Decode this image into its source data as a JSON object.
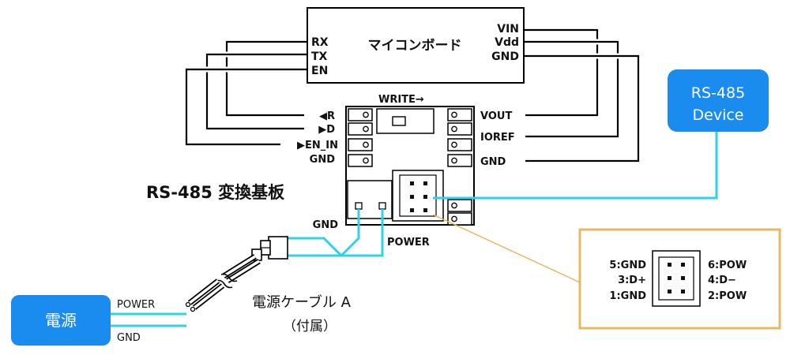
{
  "mcu_board": {
    "title": "マイコンボード",
    "left_pins": [
      "RX",
      "TX",
      "EN"
    ],
    "right_pins": [
      "VIN",
      "Vdd",
      "GND"
    ]
  },
  "converter": {
    "title": "RS-485 変換基板",
    "write_label": "WRITE→",
    "left_pins": [
      "◀R",
      "▶D",
      "▶EN_IN",
      "GND"
    ],
    "right_pins": [
      "VOUT",
      "IOREF",
      "GND"
    ],
    "power_label": "POWER",
    "gnd_label": "GND"
  },
  "device": {
    "line1": "RS-485",
    "line2": "Device"
  },
  "power_source": {
    "title": "電源",
    "power_label": "POWER",
    "gnd_label": "GND"
  },
  "cable": {
    "title": "電源ケーブル A",
    "subtitle": "（付属）"
  },
  "pinout": {
    "left": [
      "5:GND",
      "3:D+",
      "1:GND"
    ],
    "right": [
      "6:POW",
      "4:D−",
      "2:POW"
    ]
  },
  "colors": {
    "accent_blue": "#1a8cf0",
    "cable_cyan": "#2fd3e2",
    "callout_border": "#e8b860"
  }
}
